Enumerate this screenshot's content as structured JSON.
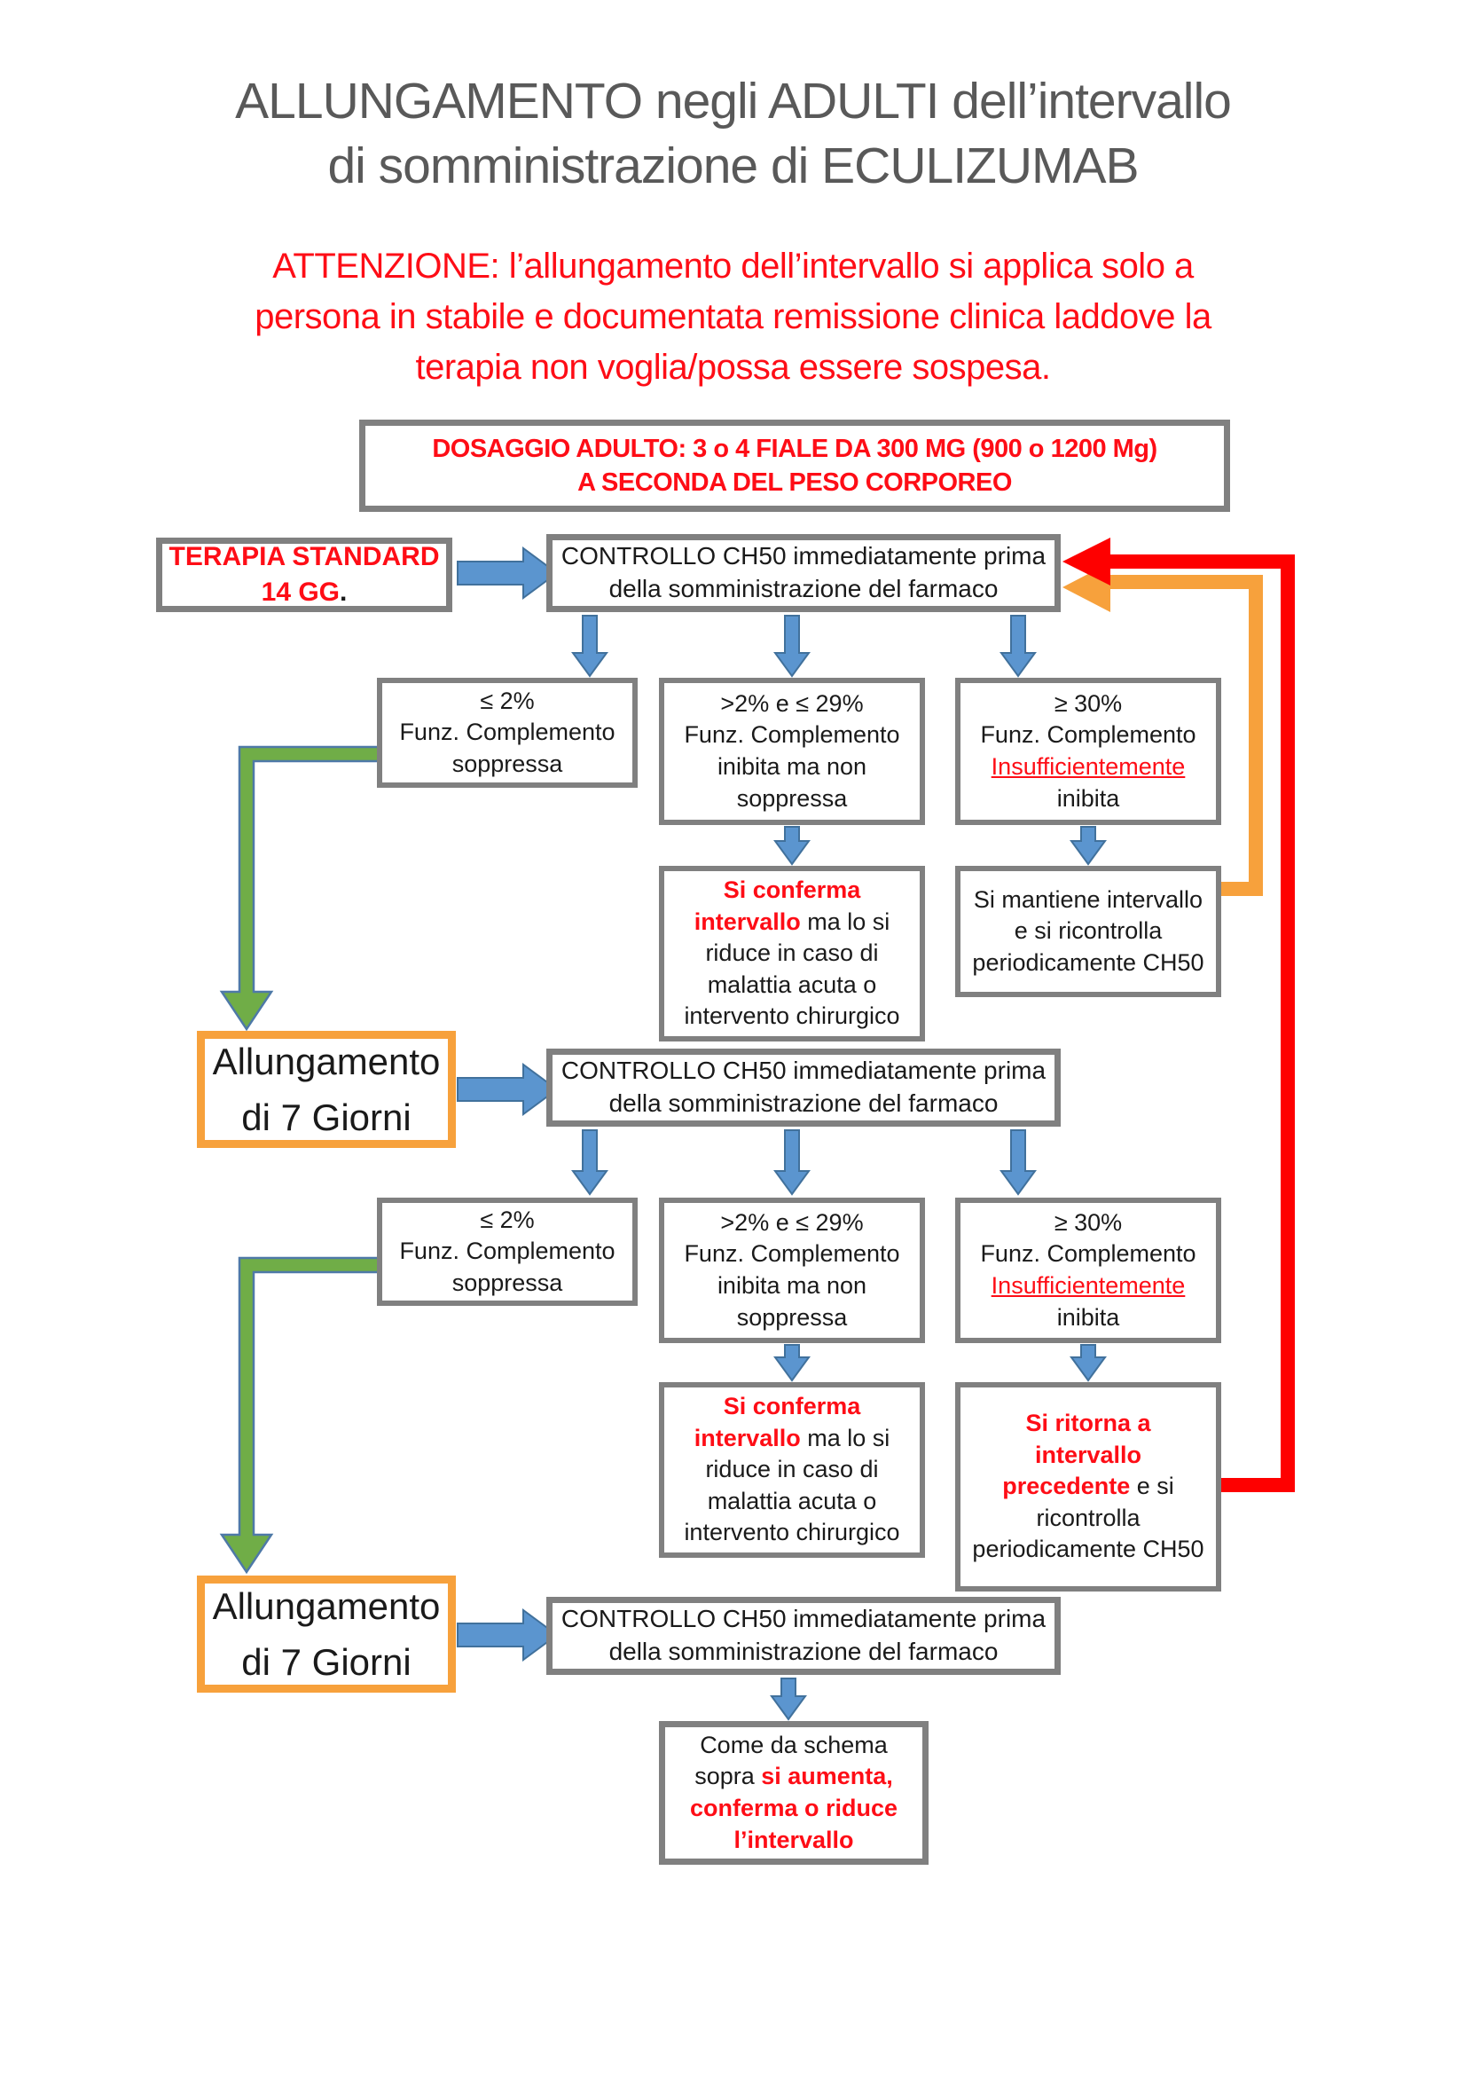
{
  "title": {
    "line1": "ALLUNGAMENTO negli ADULTI dell’intervallo",
    "line2": "di somministrazione di  ECULIZUMAB"
  },
  "warning": {
    "line1": "ATTENZIONE: l’allungamento dell’intervallo si applica solo a",
    "line2": "persona in stabile e documentata remissione clinica laddove la",
    "line3": "terapia non voglia/possa essere sospesa."
  },
  "dosage_box": {
    "line1": "DOSAGGIO ADULTO:  3 o 4 FIALE DA 300 MG (900 o 1200 Mg)",
    "line2": "A SECONDA DEL PESO CORPOREO"
  },
  "standard_therapy_box": {
    "line1": "TERAPIA STANDARD",
    "line2_red": "14 GG",
    "line2_black": "."
  },
  "controllo_box": {
    "line1": "CONTROLLO CH50 immediatamente prima",
    "line2": "della somministrazione del farmaco"
  },
  "branch_low": {
    "line1": "≤ 2%",
    "line2": "Funz. Complemento",
    "line3": "soppressa"
  },
  "branch_mid": {
    "line1": ">2% e ≤ 29%",
    "line2": "Funz. Complemento",
    "line3": "inibita ma non",
    "line4": "soppressa"
  },
  "branch_high": {
    "line1": "≥ 30%",
    "line2": "Funz. Complemento",
    "line3_red_underlined": "Insufficientemente",
    "line4": "inibita"
  },
  "confirm_box": {
    "red1": "Si conferma",
    "red2": "intervallo",
    "black2": " ma lo si",
    "line3": "riduce in caso di",
    "line4": "malattia acuta o",
    "line5": "intervento chirurgico"
  },
  "maintain_box": {
    "line1": "Si mantiene intervallo",
    "line2": "e si ricontrolla",
    "line3": "periodicamente CH50"
  },
  "return_box": {
    "red1": "Si ritorna a",
    "red2": "intervallo",
    "red3": "precedente",
    "black3": " e si",
    "line4": "ricontrolla",
    "line5": "periodicamente CH50"
  },
  "extension_box": {
    "line1": "Allungamento",
    "line2": "di 7 Giorni"
  },
  "final_box": {
    "black1": "Come da schema",
    "black2": "sopra ",
    "red2": "si aumenta,",
    "red3": "conferma o riduce",
    "red4": "l’intervallo"
  },
  "colors": {
    "title_gray": "#595959",
    "box_border_gray": "#808080",
    "text_red": "#fe0d16",
    "arrow_blue": "#5b95cf",
    "arrow_green": "#70ad47",
    "arrow_orange": "#f7a13c",
    "arrow_red": "#fe0000",
    "extension_border_orange": "#f7a13c"
  }
}
